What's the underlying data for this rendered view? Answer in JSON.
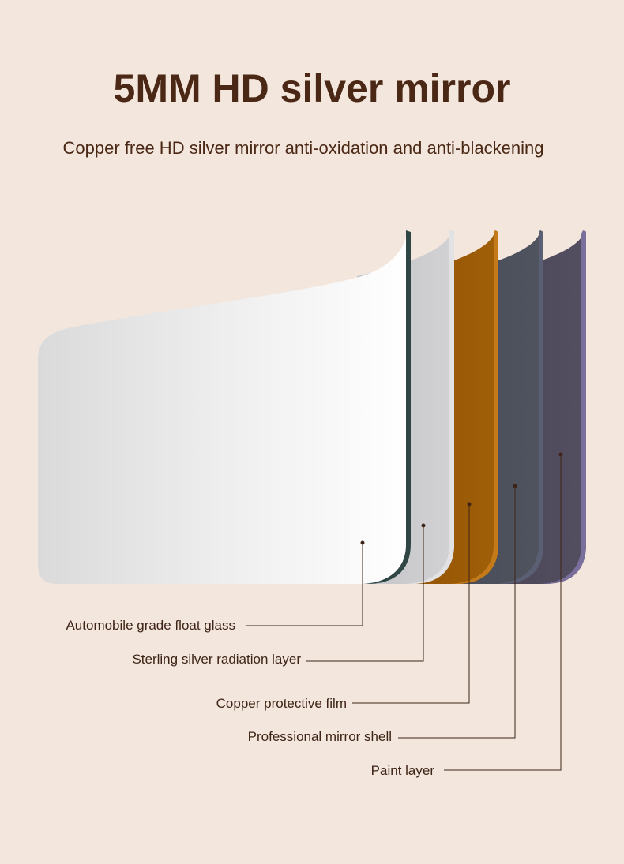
{
  "header": {
    "title": "5MM HD silver mirror",
    "subtitle": "Copper free HD silver mirror anti-oxidation and anti-blackening"
  },
  "layers": [
    {
      "label": "Automobile grade float glass",
      "color": "#ffffff"
    },
    {
      "label": "Sterling silver radiation layer",
      "color": "#c9c9cc"
    },
    {
      "label": "Copper protective film",
      "color": "#9a5a06"
    },
    {
      "label": "Professional mirror shell",
      "color": "#4a4f5c"
    },
    {
      "label": "Paint layer",
      "color": "#4e4a5c"
    }
  ],
  "colors": {
    "background": "#f3e6dd",
    "text": "#4a2815",
    "leader_line": "#3e2416"
  }
}
